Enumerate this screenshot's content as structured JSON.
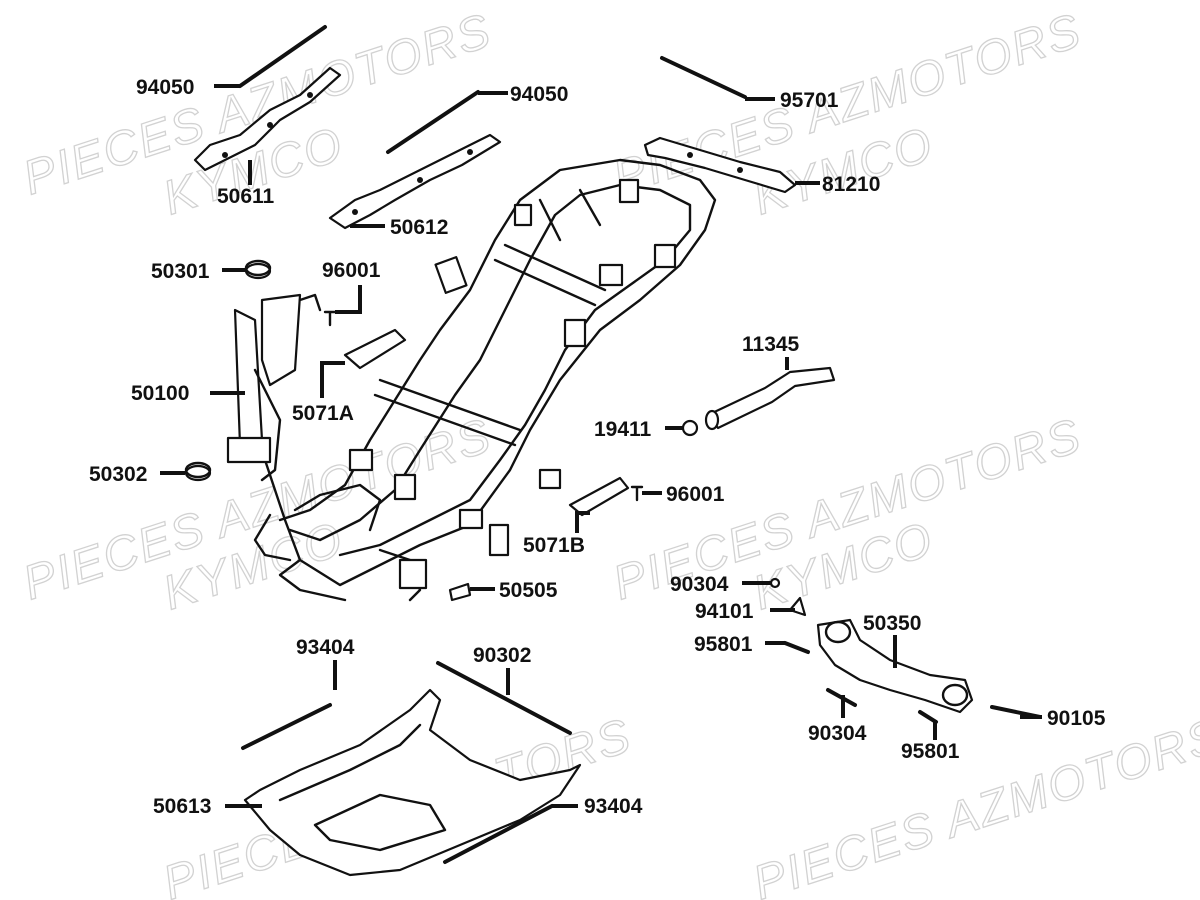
{
  "watermark": {
    "line1": "PIECES AZMOTORS",
    "line2": "KYMCO",
    "color": "#d2d2d2"
  },
  "labels": {
    "p94050_a": "94050",
    "p94050_b": "94050",
    "p95701": "95701",
    "p50611": "50611",
    "p50612": "50612",
    "p81210": "81210",
    "p50301": "50301",
    "p96001_a": "96001",
    "p11345": "11345",
    "p5071A": "5071A",
    "p50100": "50100",
    "p19411": "19411",
    "p50302": "50302",
    "p96001_b": "96001",
    "p5071B": "5071B",
    "p90304_a": "90304",
    "p50505": "50505",
    "p94101": "94101",
    "p50350": "50350",
    "p95801_a": "95801",
    "p93404_a": "93404",
    "p90302": "90302",
    "p90105": "90105",
    "p90304_b": "90304",
    "p95801_b": "95801",
    "p50613": "50613",
    "p93404_b": "93404"
  }
}
